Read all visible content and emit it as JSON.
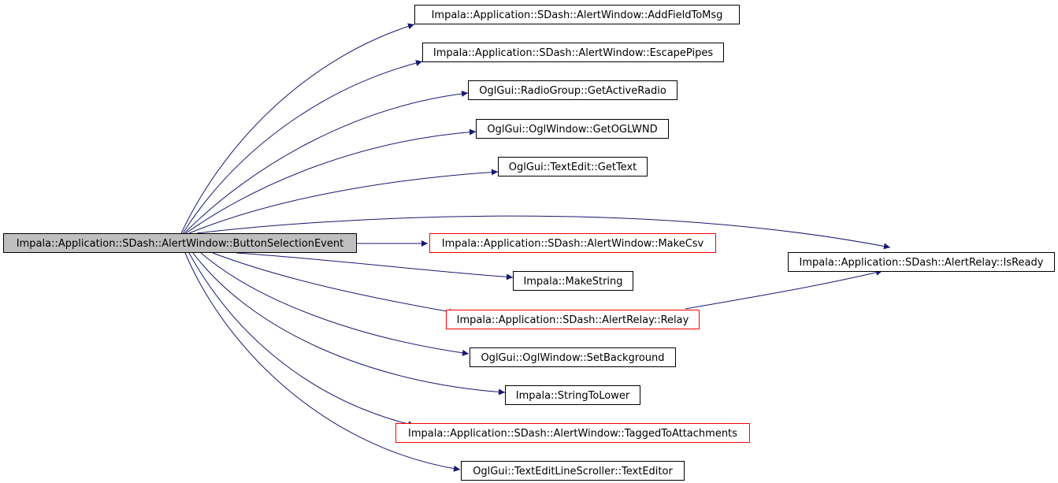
{
  "colors": {
    "edge": "#191970",
    "root_fill": "#bfbfbf",
    "border_normal": "#000000",
    "border_truncated": "#ff0000"
  },
  "root": {
    "id": "root",
    "label": "Impala::Application::SDash::AlertWindow::ButtonSelectionEvent"
  },
  "nodes": [
    {
      "id": "n1",
      "label": "Impala::Application::SDash::AlertWindow::AddFieldToMsg",
      "truncated": false
    },
    {
      "id": "n2",
      "label": "Impala::Application::SDash::AlertWindow::EscapePipes",
      "truncated": false
    },
    {
      "id": "n3",
      "label": "OglGui::RadioGroup::GetActiveRadio",
      "truncated": false
    },
    {
      "id": "n4",
      "label": "OglGui::OglWindow::GetOGLWND",
      "truncated": false
    },
    {
      "id": "n5",
      "label": "OglGui::TextEdit::GetText",
      "truncated": false
    },
    {
      "id": "n6",
      "label": "Impala::Application::SDash::AlertWindow::MakeCsv",
      "truncated": true
    },
    {
      "id": "n7",
      "label": "Impala::Application::SDash::AlertRelay::IsReady",
      "truncated": false
    },
    {
      "id": "n8",
      "label": "Impala::MakeString",
      "truncated": false
    },
    {
      "id": "n9",
      "label": "Impala::Application::SDash::AlertRelay::Relay",
      "truncated": true
    },
    {
      "id": "n10",
      "label": "OglGui::OglWindow::SetBackground",
      "truncated": false
    },
    {
      "id": "n11",
      "label": "Impala::StringToLower",
      "truncated": false
    },
    {
      "id": "n12",
      "label": "Impala::Application::SDash::AlertWindow::TaggedToAttachments",
      "truncated": true
    },
    {
      "id": "n13",
      "label": "OglGui::TextEditLineScroller::TextEditor",
      "truncated": false
    }
  ],
  "edges": [
    {
      "from": "root",
      "to": "n1"
    },
    {
      "from": "root",
      "to": "n2"
    },
    {
      "from": "root",
      "to": "n3"
    },
    {
      "from": "root",
      "to": "n4"
    },
    {
      "from": "root",
      "to": "n5"
    },
    {
      "from": "root",
      "to": "n7"
    },
    {
      "from": "root",
      "to": "n6"
    },
    {
      "from": "root",
      "to": "n8"
    },
    {
      "from": "root",
      "to": "n9"
    },
    {
      "from": "root",
      "to": "n10"
    },
    {
      "from": "root",
      "to": "n11"
    },
    {
      "from": "root",
      "to": "n12"
    },
    {
      "from": "root",
      "to": "n13"
    },
    {
      "from": "n9",
      "to": "n7"
    }
  ]
}
